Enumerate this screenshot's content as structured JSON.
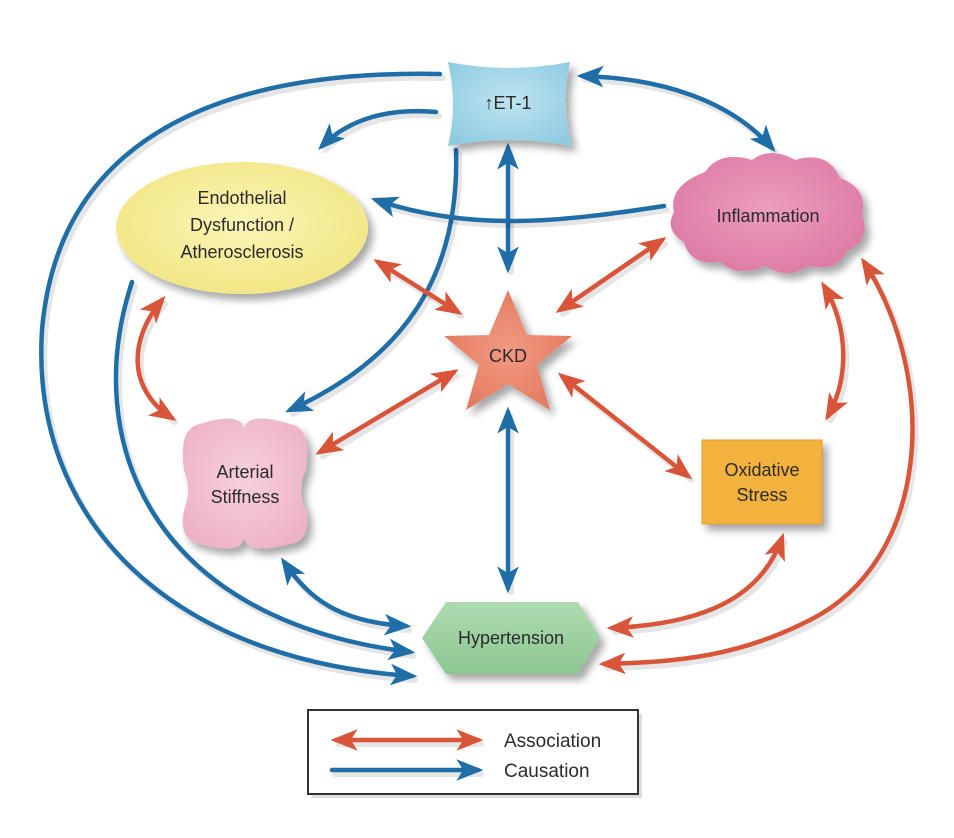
{
  "diagram": {
    "colors": {
      "association": "#d9553a",
      "causation": "#1f6ea8",
      "et1_fill": "#a8d8e8",
      "endothelial_fill": "#f7ef9c",
      "inflammation_fill": "#e48bb0",
      "ckd_fill": "#ec8a70",
      "arterial_fill": "#f3c1d3",
      "oxidative_fill": "#f3b13d",
      "hypertension_fill": "#9fd0a3"
    },
    "nodes": [
      {
        "id": "et1",
        "label": "↑ET-1",
        "shape": "pillow-rectangle"
      },
      {
        "id": "endothelial",
        "label_lines": [
          "Endothelial",
          "Dysfunction /",
          "Atherosclerosis"
        ],
        "shape": "ellipse"
      },
      {
        "id": "inflammation",
        "label": "Inflammation",
        "shape": "cloud"
      },
      {
        "id": "ckd",
        "label": "CKD",
        "shape": "star"
      },
      {
        "id": "arterial",
        "label_lines": [
          "Arterial",
          "Stiffness"
        ],
        "shape": "quatrefoil"
      },
      {
        "id": "oxidative",
        "label_lines": [
          "Oxidative",
          "Stress"
        ],
        "shape": "rectangle"
      },
      {
        "id": "hypertension",
        "label": "Hypertension",
        "shape": "hexagon"
      }
    ],
    "edges": [
      {
        "from": "et1",
        "to": "hypertension",
        "type": "causation",
        "direction": "forward",
        "route": "outer-left"
      },
      {
        "from": "et1",
        "to": "endothelial",
        "type": "causation",
        "direction": "forward"
      },
      {
        "from": "et1",
        "to": "arterial",
        "type": "causation",
        "direction": "forward"
      },
      {
        "from": "et1",
        "to": "ckd",
        "type": "causation",
        "direction": "both"
      },
      {
        "from": "et1",
        "to": "inflammation",
        "type": "causation",
        "direction": "both"
      },
      {
        "from": "inflammation",
        "to": "endothelial",
        "type": "causation",
        "direction": "forward"
      },
      {
        "from": "endothelial",
        "to": "hypertension",
        "type": "causation",
        "direction": "forward"
      },
      {
        "from": "endothelial",
        "to": "ckd",
        "type": "association",
        "direction": "both"
      },
      {
        "from": "endothelial",
        "to": "arterial",
        "type": "association",
        "direction": "both"
      },
      {
        "from": "inflammation",
        "to": "ckd",
        "type": "association",
        "direction": "both"
      },
      {
        "from": "inflammation",
        "to": "oxidative",
        "type": "association",
        "direction": "both"
      },
      {
        "from": "inflammation",
        "to": "hypertension",
        "type": "association",
        "direction": "both"
      },
      {
        "from": "arterial",
        "to": "ckd",
        "type": "association",
        "direction": "both"
      },
      {
        "from": "oxidative",
        "to": "ckd",
        "type": "association",
        "direction": "both"
      },
      {
        "from": "ckd",
        "to": "hypertension",
        "type": "causation",
        "direction": "both"
      },
      {
        "from": "arterial",
        "to": "hypertension",
        "type": "causation",
        "direction": "both"
      },
      {
        "from": "oxidative",
        "to": "hypertension",
        "type": "association",
        "direction": "both"
      }
    ]
  },
  "legend": {
    "items": [
      {
        "label": "Association",
        "type": "association",
        "direction": "both"
      },
      {
        "label": "Causation",
        "type": "causation",
        "direction": "forward"
      }
    ]
  }
}
